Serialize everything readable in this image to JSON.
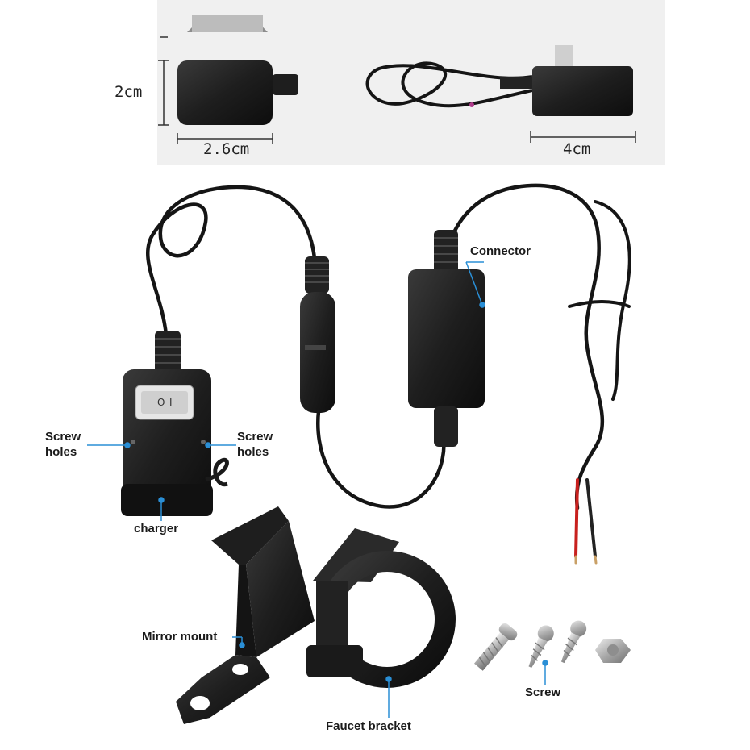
{
  "dimensions": {
    "height": "2cm",
    "width": "2.6cm",
    "length": "4cm"
  },
  "labels": {
    "connector": "Connector",
    "screw_holes_left_1": "Screw",
    "screw_holes_left_2": "holes",
    "screw_holes_right_1": "Screw",
    "screw_holes_right_2": "holes",
    "charger": "charger",
    "mirror_mount": "Mirror mount",
    "faucet_bracket": "Faucet bracket",
    "screw": "Screw"
  },
  "colors": {
    "callout_line": "#2a8fd6",
    "product_black": "#1c1c1c",
    "wire_red": "#c8201e"
  }
}
